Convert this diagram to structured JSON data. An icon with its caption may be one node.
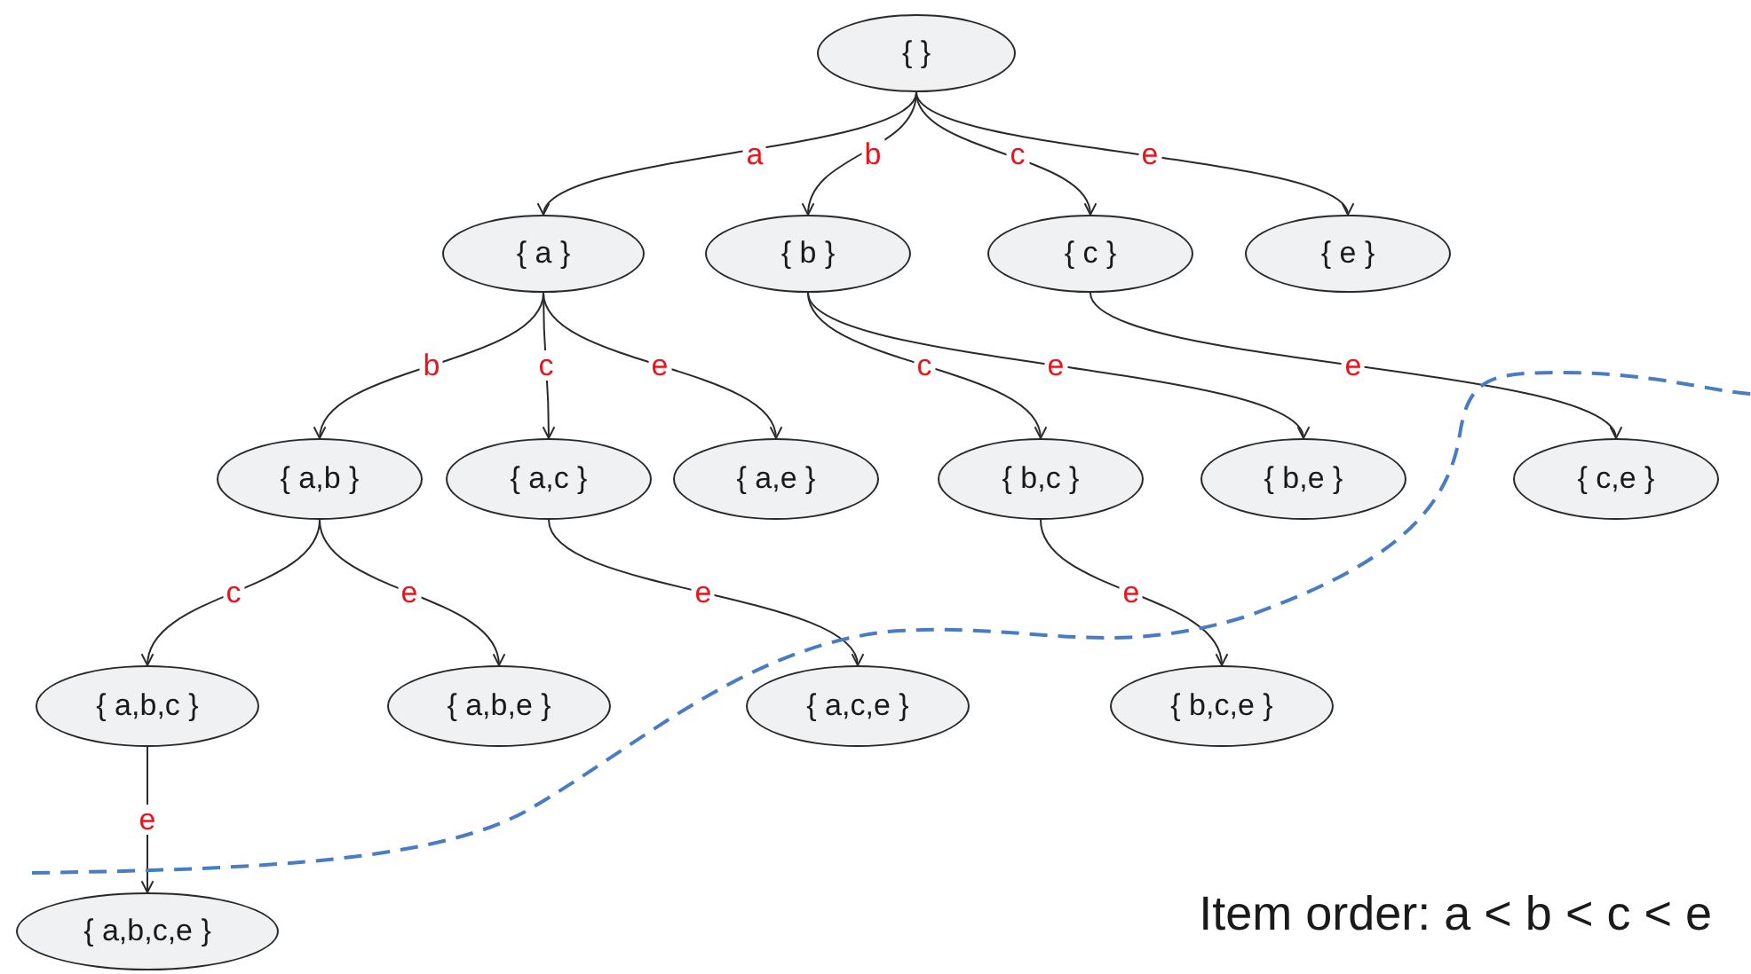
{
  "diagram": {
    "nodes": [
      {
        "text": [
          "{ }"
        ]
      },
      {
        "text": [
          "{ a }"
        ]
      },
      {
        "text": [
          "{ b }"
        ]
      },
      {
        "text": [
          "{ c }"
        ]
      },
      {
        "text": [
          "{ e }"
        ]
      },
      {
        "text": [
          "{ a,b }"
        ]
      },
      {
        "text": [
          "{ a,c }"
        ]
      },
      {
        "text": [
          "{ a,e }"
        ]
      },
      {
        "text": [
          "{ b,c }"
        ]
      },
      {
        "text": [
          "{ b,e }"
        ]
      },
      {
        "text": [
          "{ c,e }"
        ]
      },
      {
        "text": [
          "{ a,b,c }"
        ]
      },
      {
        "text": [
          "{ a,b,e }"
        ]
      },
      {
        "text": [
          "{ a,c,e }"
        ]
      },
      {
        "text": [
          "{ b,c,e }"
        ]
      },
      {
        "text": [
          "{ a,b,c,e }"
        ]
      }
    ],
    "edges": [
      {
        "from": 0,
        "to": 1,
        "arrow": "to",
        "label": "a"
      },
      {
        "from": 0,
        "to": 2,
        "arrow": "to",
        "label": "b"
      },
      {
        "from": 0,
        "to": 3,
        "arrow": "to",
        "label": "c"
      },
      {
        "from": 0,
        "to": 4,
        "arrow": "to",
        "label": "e"
      },
      {
        "from": 1,
        "to": 5,
        "arrow": "to",
        "label": "b"
      },
      {
        "from": 1,
        "to": 6,
        "arrow": "to",
        "label": "c"
      },
      {
        "from": 1,
        "to": 7,
        "arrow": "to",
        "label": "e"
      },
      {
        "from": 2,
        "to": 8,
        "arrow": "to",
        "label": "c"
      },
      {
        "from": 2,
        "to": 9,
        "arrow": "to",
        "label": "e"
      },
      {
        "from": 3,
        "to": 10,
        "arrow": "to",
        "label": "e"
      },
      {
        "from": 5,
        "to": 11,
        "arrow": "to",
        "label": "c"
      },
      {
        "from": 5,
        "to": 12,
        "arrow": "to",
        "label": "e"
      },
      {
        "from": 6,
        "to": 13,
        "arrow": "to",
        "label": "e"
      },
      {
        "from": 8,
        "to": 14,
        "arrow": "to",
        "label": "e"
      },
      {
        "from": 11,
        "to": 15,
        "arrow": "to",
        "label": "e"
      }
    ],
    "labels": [
      "Item order: a < b < c < e"
    ]
  }
}
